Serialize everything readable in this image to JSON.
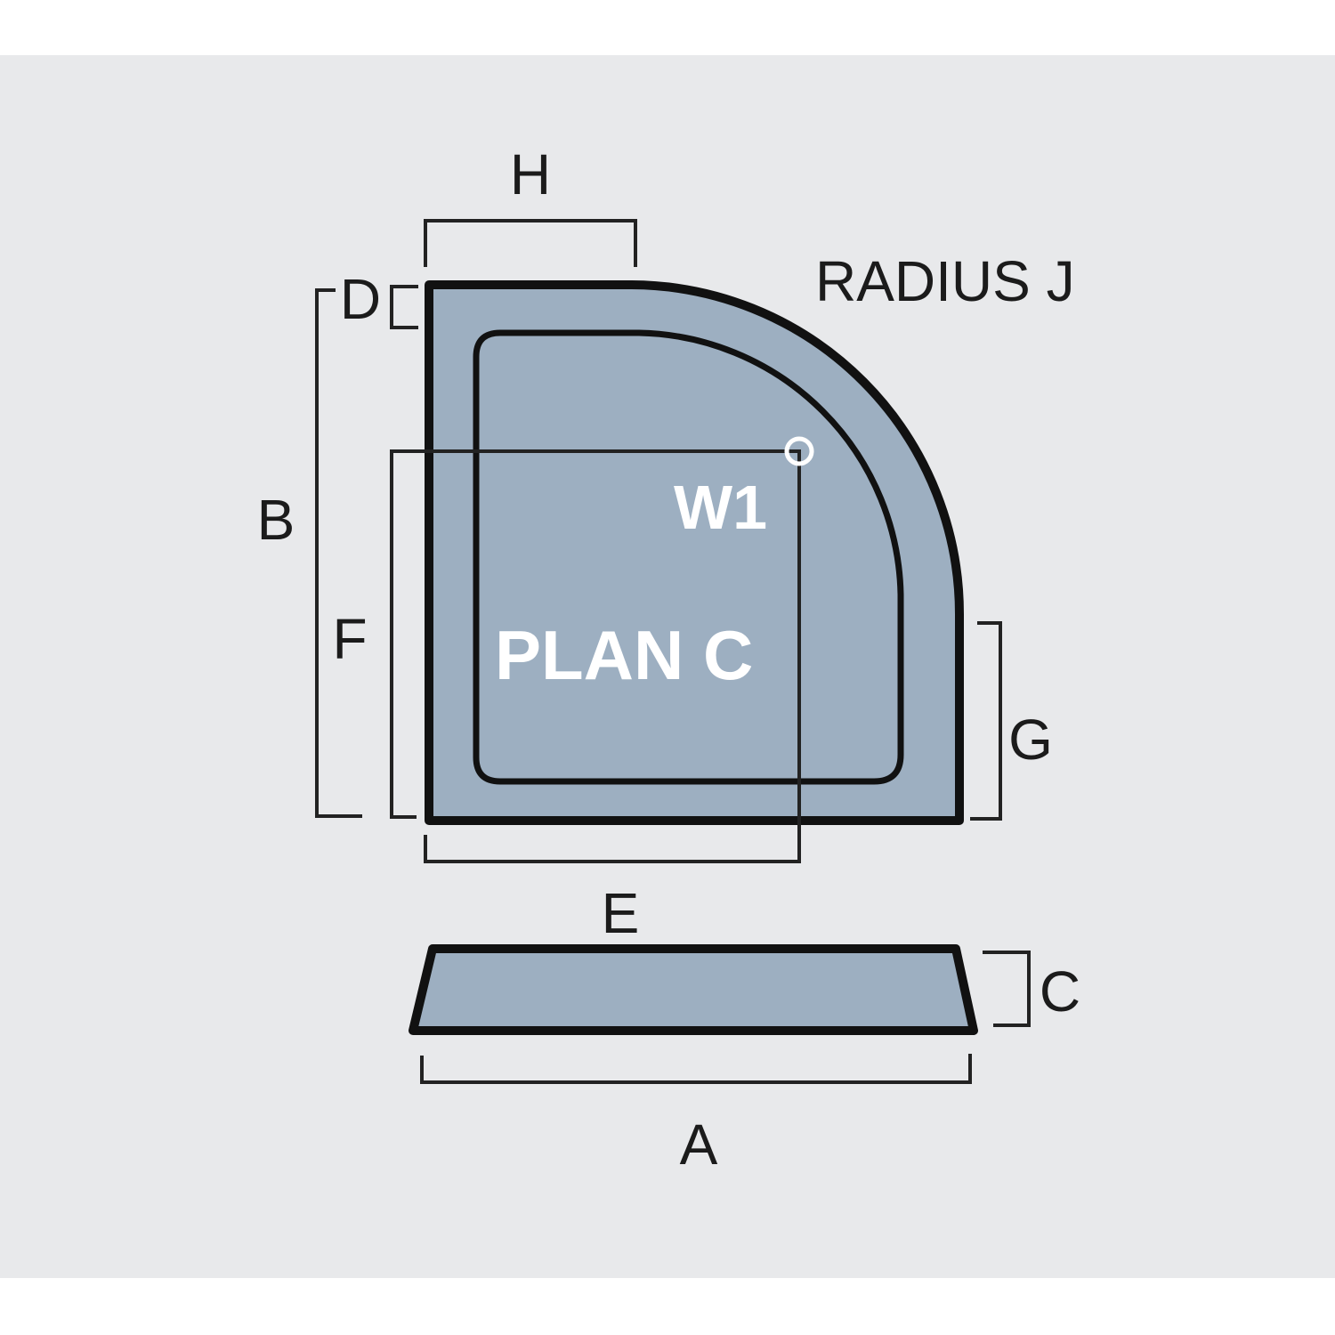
{
  "colors": {
    "page": "#ffffff",
    "panel": "#e8e9eb",
    "tray_fill": "#9dafc1",
    "outline": "#111111",
    "label": "#1b1b1b",
    "plan_text": "#ffffff"
  },
  "labels": {
    "h": "H",
    "radius": "RADIUS J",
    "d": "D",
    "b": "B",
    "f": "F",
    "w1": "W1",
    "plan": "PLAN C",
    "g": "G",
    "e": "E",
    "c": "C",
    "a": "A"
  }
}
